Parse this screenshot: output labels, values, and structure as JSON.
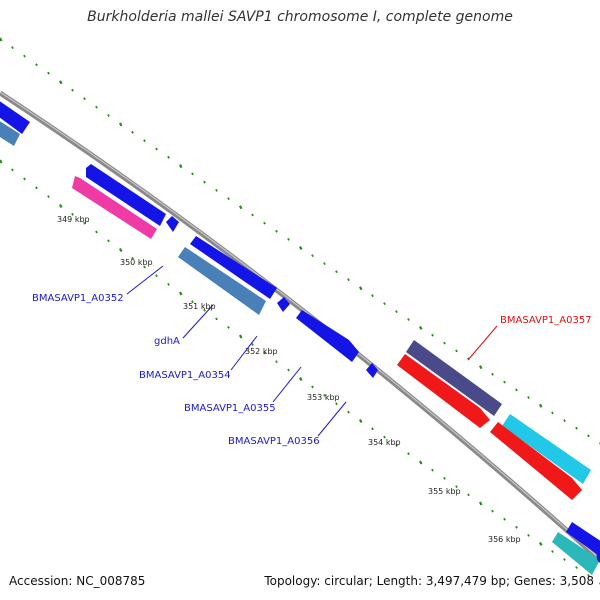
{
  "title": "Burkholderia mallei SAVP1 chromosome I, complete genome",
  "footer": {
    "accession_label": "Accession:",
    "accession": "NC_008785",
    "topology_label": "Topology:",
    "topology": "circular",
    "length_label": "Length:",
    "length": "3,497,479 bp",
    "genes_label": "Genes:",
    "genes": "3,508"
  },
  "colors": {
    "backbone": "#8a8a8a",
    "tick": "#2a8a1e",
    "gene_blue": "#1414e6",
    "gene_steel": "#4a80b8",
    "gene_pink": "#f03aa5",
    "gene_red": "#f01818",
    "gene_purple": "#4a4a8a",
    "gene_cyan": "#22c8e8",
    "gene_teal": "#2ab8b8",
    "label_blue": "#1a1acc",
    "label_red": "#dd1111"
  },
  "kbp_labels": [
    "349 kbp",
    "350 kbp",
    "351 kbp",
    "352 kbp",
    "353 kbp",
    "354 kbp",
    "355 kbp",
    "356 kbp"
  ],
  "gene_labels": [
    {
      "text": "BMASAVP1_A0352",
      "color": "label_blue"
    },
    {
      "text": "gdhA",
      "color": "label_blue"
    },
    {
      "text": "BMASAVP1_A0354",
      "color": "label_blue"
    },
    {
      "text": "BMASAVP1_A0355",
      "color": "label_blue"
    },
    {
      "text": "BMASAVP1_A0356",
      "color": "label_blue"
    },
    {
      "text": "BMASAVP1_A0357",
      "color": "label_red"
    }
  ]
}
